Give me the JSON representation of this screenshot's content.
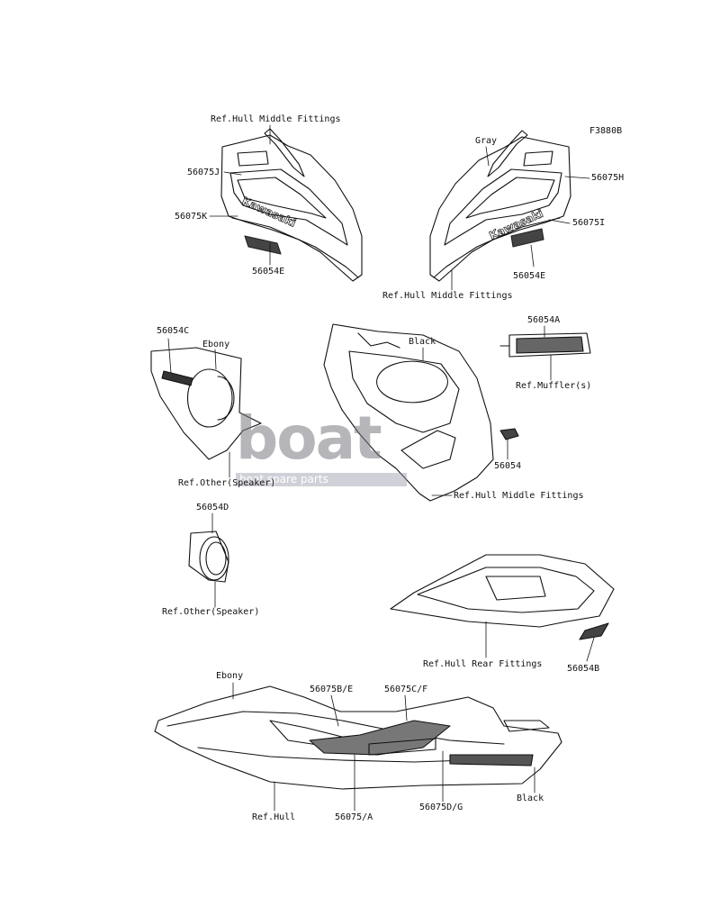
{
  "figure_code": "F3880B",
  "watermark": {
    "brand": "boat",
    "tagline": "boat spare parts"
  },
  "colors": {
    "line": "#111111",
    "stripe": "#555555",
    "watermark": "#78788c"
  },
  "labels": {
    "ref_hull_middle_top": "Ref.Hull Middle Fittings",
    "gray": "Gray",
    "p56075J": "56075J",
    "p56075K": "56075K",
    "p56054E_left": "56054E",
    "p56075H": "56075H",
    "p56075I": "56075I",
    "p56054E_right": "56054E",
    "ref_hull_middle_mid": "Ref.Hull Middle Fittings",
    "kawasaki_left": "Kawasaki",
    "kawasaki_right": "Kawasaki",
    "p56054C": "56054C",
    "ebony_top": "Ebony",
    "black_top": "Black",
    "p56054A": "56054A",
    "ref_mufflers": "Ref.Muffler(s)",
    "p56054": "56054",
    "ref_other_speaker_1": "Ref.Other(Speaker)",
    "ref_hull_middle_bottom": "Ref.Hull Middle Fittings",
    "p56054D": "56054D",
    "ref_other_speaker_2": "Ref.Other(Speaker)",
    "ref_hull_rear": "Ref.Hull Rear Fittings",
    "p56054B": "56054B",
    "ebony_bottom": "Ebony",
    "p56075BE": "56075B/E",
    "p56075CF": "56075C/F",
    "ref_hull": "Ref.Hull",
    "p56075A": "56075/A",
    "p56075DG": "56075D/G",
    "black_bottom": "Black"
  }
}
